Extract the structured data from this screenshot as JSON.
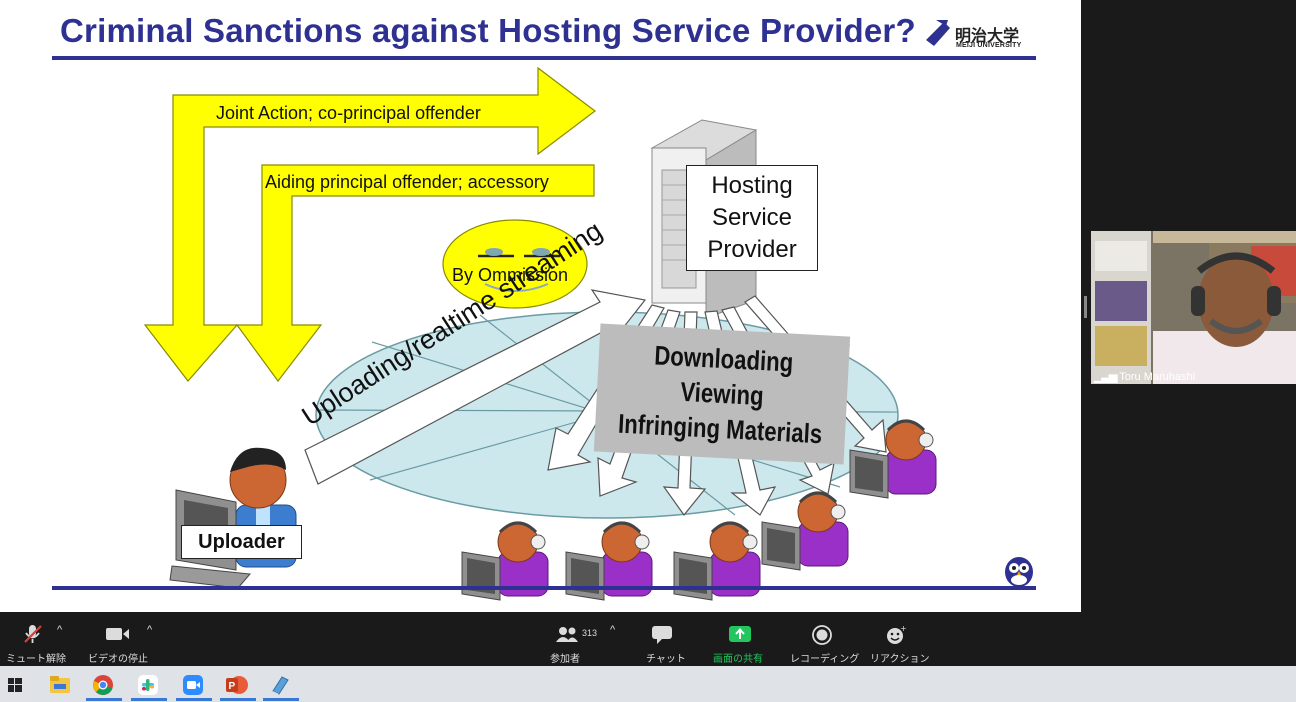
{
  "slide": {
    "title": "Criminal Sanctions against Hosting Service Provider?",
    "logo_text": "明治大学",
    "logo_subtext": "MEIJI UNIVERSITY",
    "arrow_joint_label": "Joint Action; co-principal offender",
    "arrow_aiding_label": "Aiding principal offender; accessory",
    "ommission_label": "By Ommission",
    "server_label_lines": [
      "Hosting",
      "Service",
      "Provider"
    ],
    "download_lines": [
      "Downloading",
      "Viewing",
      "Infringing Materials"
    ],
    "upload_label": "Uploading/realtime streaming",
    "uploader_label": "Uploader",
    "colors": {
      "title": "#2e3192",
      "arrow": "#ffff00",
      "ellipse": "#cde8ec"
    }
  },
  "participant": {
    "name": "Toru Maruhashi",
    "signal_icon": "signal-bars-icon"
  },
  "toolbar": {
    "mute_label": "ミュート解除",
    "video_label": "ビデオの停止",
    "participants_label": "参加者",
    "participants_count": "313",
    "chat_label": "チャット",
    "share_label": "画面の共有",
    "record_label": "レコーディング",
    "reaction_label": "リアクション",
    "colors": {
      "share": "#22c55e",
      "bg": "#1a1a1a"
    }
  },
  "taskbar": {
    "apps": [
      "windows-start-icon",
      "file-explorer-icon",
      "chrome-icon",
      "slack-icon",
      "zoom-icon",
      "powerpoint-icon",
      "notes-icon"
    ]
  }
}
